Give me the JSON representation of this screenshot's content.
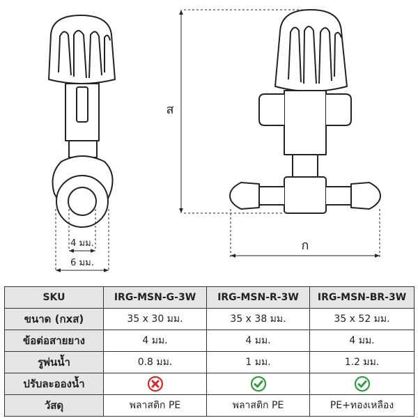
{
  "dimensions": {
    "hose_inner": "4 มม.",
    "hose_outer": "6 มม.",
    "height_symbol": "ส",
    "width_symbol": "ก"
  },
  "table": {
    "columns": [
      "SKU",
      "IRG-MSN-G-3W",
      "IRG-MSN-R-3W",
      "IRG-MSN-BR-3W"
    ],
    "rows": [
      {
        "label": "ขนาด (กxส)",
        "values": [
          "35 x 30 มม.",
          "35 x 38 มม.",
          "35 x 52 มม."
        ]
      },
      {
        "label": "ข้อต่อสายยาง",
        "values": [
          "4 มม.",
          "4 มม.",
          "4 มม."
        ]
      },
      {
        "label": "รูพ่นน้ำ",
        "values": [
          "0.8 มม.",
          "1 มม.",
          "1.2 มม."
        ]
      },
      {
        "label": "ปรับละอองน้ำ",
        "icons": [
          "cross-icon",
          "check-icon",
          "check-icon"
        ]
      },
      {
        "label": "วัสดุ",
        "values": [
          "พลาสติก PE",
          "พลาสติก PE",
          "PE+ทองเหลือง"
        ]
      }
    ]
  },
  "colors": {
    "cross": "#d62828",
    "check": "#2e9e3a",
    "header_bg": "#e6e6e6"
  }
}
